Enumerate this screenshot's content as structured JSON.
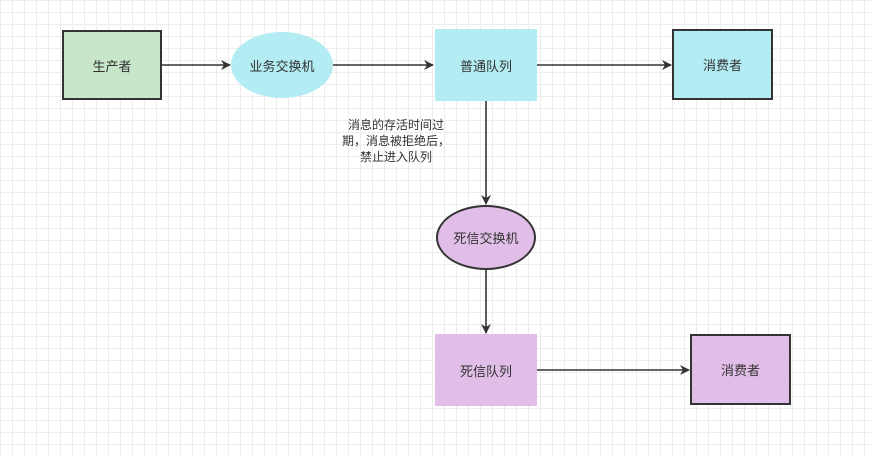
{
  "nodes": {
    "producer": "生产者",
    "business_exchange": "业务交换机",
    "normal_queue": "普通队列",
    "consumer_top": "消费者",
    "dead_letter_exchange": "死信交换机",
    "dead_letter_queue": "死信队列",
    "consumer_bottom": "消费者"
  },
  "annotation": "消息的存活时间过\n期，消息被拒绝后，\n禁止进入队列",
  "colors": {
    "producer_fill": "#c8e6c9",
    "business_exchange_fill": "#b3ecf3",
    "normal_queue_fill": "#b3ecf3",
    "consumer_top_fill": "#b3ecf3",
    "dead_letter_fill": "#e1bee7",
    "stroke": "#333333",
    "arrow": "#333333"
  }
}
